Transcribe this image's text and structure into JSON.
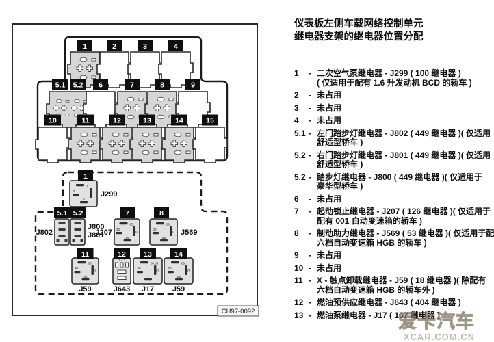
{
  "title": {
    "line1": "仪表板左侧车载网络控制单元",
    "line2": "继电器支架的继电器位置分配"
  },
  "diagram": {
    "code": "CH97-0092",
    "bracket": {
      "row1": [
        {
          "tag": "1",
          "occupied": true
        },
        {
          "tag": "2",
          "occupied": false
        },
        {
          "tag": "3",
          "occupied": false
        },
        {
          "tag": "4",
          "occupied": false
        }
      ],
      "row2": [
        {
          "tag": "5.1",
          "occupied": true
        },
        {
          "tag": "5.2",
          "occupied": true
        },
        {
          "tag": "6",
          "occupied": false
        },
        {
          "tag": "7",
          "occupied": true
        },
        {
          "tag": "8",
          "occupied": true
        },
        {
          "tag": "9",
          "occupied": false
        }
      ],
      "row3": [
        {
          "tag": "10",
          "occupied": false
        },
        {
          "tag": "11",
          "occupied": true
        },
        {
          "tag": "12",
          "occupied": true
        },
        {
          "tag": "13",
          "occupied": true
        },
        {
          "tag": "14",
          "occupied": true
        },
        {
          "tag": "15",
          "occupied": false
        }
      ]
    },
    "relays": [
      {
        "tag": "1",
        "label": "J299",
        "pin_top": "1",
        "pin_left": "3",
        "pin_bottom": "2"
      },
      {
        "tag": "5.1",
        "label": "J802"
      },
      {
        "tag": "5.2",
        "label": "J800",
        "label2": "J801"
      },
      {
        "tag": "7",
        "label": "J207",
        "pin_top": "85",
        "pin_left": "30",
        "pin_right": "87",
        "pin_bottom": "85"
      },
      {
        "tag": "8",
        "label": "J569",
        "pin_top": "86",
        "pin_left": "30",
        "pin_right": "87",
        "pin_bottom": "85"
      },
      {
        "tag": "11",
        "label": "J59",
        "pin_top": "86",
        "pin_left": "30",
        "pin_right": "87",
        "pin_bottom": "85"
      },
      {
        "tag": "12",
        "label": "J643",
        "pin_top": "1 4 2"
      },
      {
        "tag": "13",
        "label": "J17",
        "pin_top": "86 85",
        "pin_left": "30",
        "pin_right": "87"
      },
      {
        "tag": "14",
        "label": "J59",
        "pin_top": "86",
        "pin_left": "30",
        "pin_right": "87",
        "pin_bottom": "85"
      }
    ]
  },
  "legend": {
    "separator": "-",
    "items": [
      {
        "num": "1",
        "l1": "二次空气泵继电器 - J299 ( 100 继电器 )",
        "l2": "( 仅适用于配有 1.6 升发动机 BCD 的轿车 )"
      },
      {
        "num": "2",
        "l1": "未占用"
      },
      {
        "num": "3",
        "l1": "未占用"
      },
      {
        "num": "4",
        "l1": "未占用"
      },
      {
        "num": "5.1",
        "l1": "左门踏步灯继电器 - J802 ( 449 继电器 )( 仅适用",
        "l2": "舒适型轿车 )"
      },
      {
        "num": "5.2",
        "l1": "右门踏步灯继电器 - J801 ( 449 继电器 )( 仅适用",
        "l2": "舒适型轿车 )"
      },
      {
        "num": "5.2",
        "l1": "踏步灯继电器 - J800 ( 449 继电器 )( 仅适用于",
        "l2": "豪华型轿车 )"
      },
      {
        "num": "6",
        "l1": "未占用"
      },
      {
        "num": "7",
        "l1": "起动锁止继电器 - J207 ( 126 继电器 )( 仅适用于",
        "l2": "配有 001 自动变速箱的轿车 )"
      },
      {
        "num": "8",
        "l1": "制动助力继电器 - J569 ( 53 继电器 )( 仅适用于配",
        "l2": "六档自动变速箱 HGB 的轿车 )"
      },
      {
        "num": "9",
        "l1": "未占用"
      },
      {
        "num": "10",
        "l1": "未占用"
      },
      {
        "num": "11",
        "l1": "X - 触点卸载继电器 - J59 ( 18 继电器 )( 除配有",
        "l2": "六档自动变速箱 HGB 的轿车外 )"
      },
      {
        "num": "12",
        "l1": "燃油预供应继电器 - J643 ( 404 继电器 )"
      },
      {
        "num": "13",
        "l1": "燃油泵继电器 - J17 ( 167 继电器 )"
      }
    ]
  },
  "watermark": {
    "line1": "爱卡汽车",
    "line2": "XCAR.COM.CN"
  }
}
